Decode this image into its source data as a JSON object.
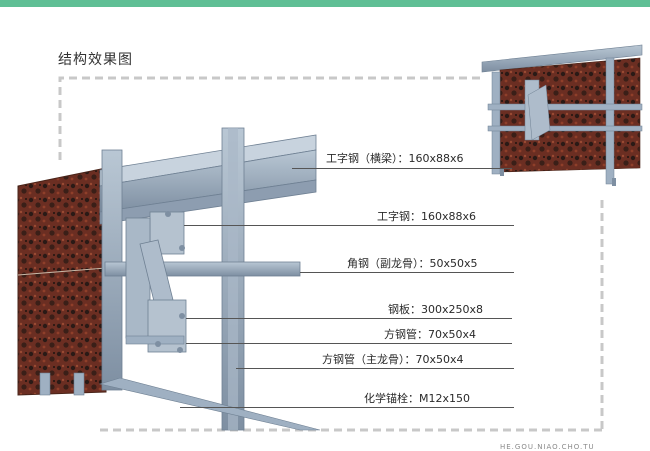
{
  "title": "结构效果图",
  "labels": [
    {
      "id": "i-beam-crossbeam",
      "text": "工字钢（横梁）：160x88x6"
    },
    {
      "id": "i-beam",
      "text": "工字钢：160x88x6"
    },
    {
      "id": "angle-steel",
      "text": "角钢（副龙骨）：50x50x5"
    },
    {
      "id": "steel-plate",
      "text": "钢板：300x250x8"
    },
    {
      "id": "square-tube",
      "text": "方钢管：70x50x4"
    },
    {
      "id": "square-tube-main",
      "text": "方钢管（主龙骨）：70x50x4"
    },
    {
      "id": "chemical-anchor",
      "text": "化学锚栓：M12x150"
    }
  ],
  "watermark": "HE.GOU.NIAO.CHO.TU",
  "colors": {
    "accent_band": "#5fbf95",
    "steel": "#9fb0c2",
    "steel_dark": "#6f8093",
    "stone": "#6b2e22",
    "dashed_frame": "#c8c8c8"
  }
}
